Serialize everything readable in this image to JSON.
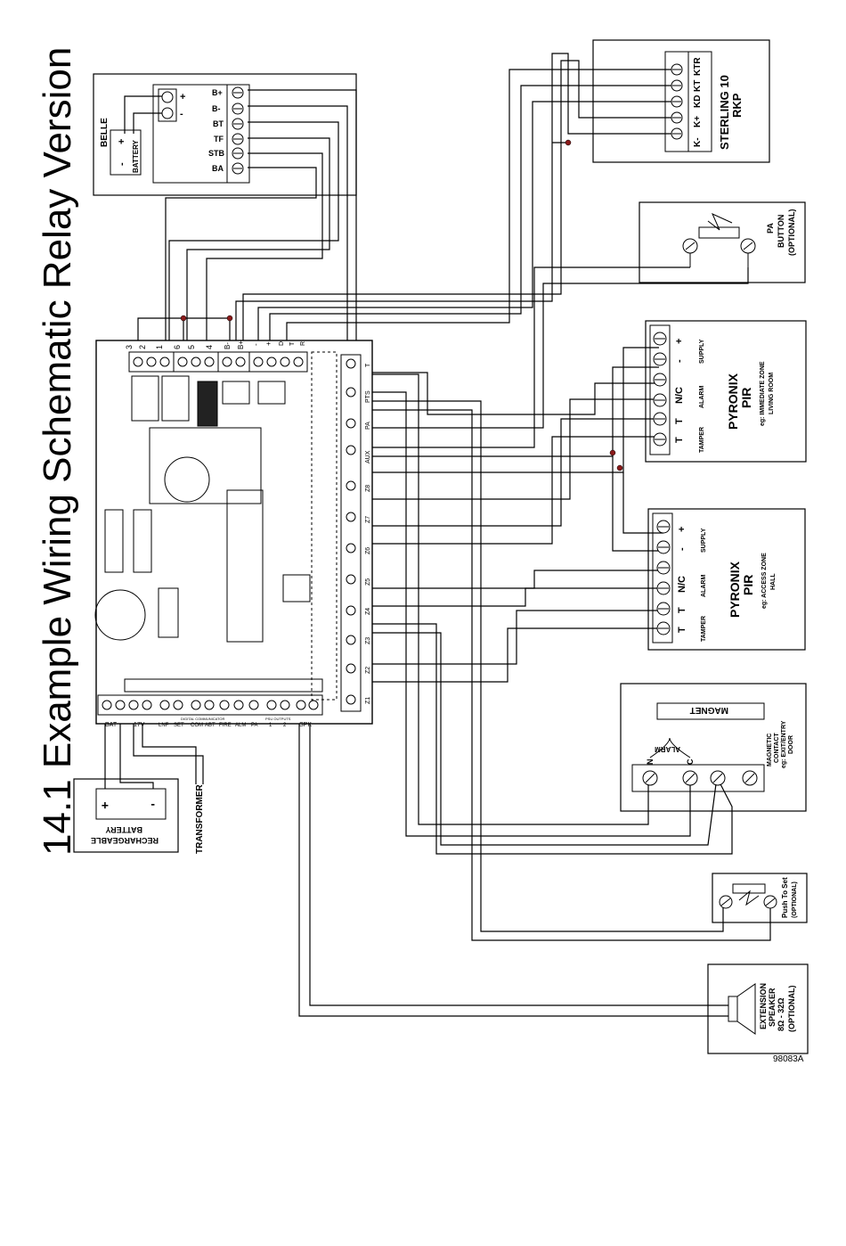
{
  "title": "14.1 Example Wiring Schematic Relay Version",
  "reference": "98083A",
  "belle": {
    "label": "BELLE",
    "battery_label": "BATTERY",
    "plus": "+",
    "minus": "-",
    "terminals": [
      "B+",
      "B-",
      "BT",
      "TF",
      "STB",
      "BA"
    ]
  },
  "keypad": {
    "terminals": [
      "K-",
      "K+",
      "KD",
      "KT",
      "KTR"
    ],
    "name": "STERLING 10",
    "model": "RKP"
  },
  "pa_button": {
    "label": "PA",
    "label2": "BUTTON",
    "label3": "(OPTIONAL)"
  },
  "pir_living": {
    "terminals": [
      "T",
      "T",
      "N/C",
      "-",
      "+"
    ],
    "group_tamper": "TAMPER",
    "group_alarm": "ALARM",
    "group_supply": "SUPPLY",
    "name": "PYRONIX",
    "model": "PIR",
    "note": "eg: IMMEDIATE ZONE",
    "note2": "LIVING ROOM"
  },
  "pir_hall": {
    "terminals": [
      "T",
      "T",
      "N/C",
      "-",
      "+"
    ],
    "group_tamper": "TAMPER",
    "group_alarm": "ALARM",
    "group_supply": "SUPPLY",
    "name": "PYRONIX",
    "model": "PIR",
    "note": "eg: ACCESS ZONE",
    "note2": "HALL"
  },
  "magnet": {
    "magnet_label": "MAGNET",
    "alarm_label": "ALARM",
    "n_label": "N",
    "c_label": "C",
    "contact_label": "MAGNETIC",
    "contact_label2": "CONTACT",
    "contact_label3": "eg: EXIT/ENTRY",
    "contact_label4": "DOOR"
  },
  "push_to_set": {
    "label": "Push To Set",
    "label2": "(OPTIONAL)"
  },
  "speaker": {
    "label": "EXTENSION",
    "label2": "SPEAKER",
    "label3": "8Ω - 32Ω",
    "label4": "(OPTIONAL)"
  },
  "rechargeable_battery": {
    "label": "RECHARGEABLE",
    "label2": "BATTERY",
    "plus": "+",
    "minus": "-"
  },
  "transformer": {
    "label": "TRANSFORMER"
  },
  "pcb": {
    "top_terminals": [
      "3",
      "2",
      "1",
      "6",
      "5",
      "4",
      "B-",
      "B+",
      "-",
      "+",
      "D",
      "T",
      "R"
    ],
    "right_terminals": [
      "T",
      "PTS",
      "PA",
      "AUX",
      "Z8",
      "Z7",
      "Z6",
      "Z5",
      "Z4",
      "Z3",
      "Z2",
      "Z1"
    ],
    "bottom_terminals": [
      "BAT",
      "17V",
      "LNF",
      "SET",
      "COM",
      "ABT",
      "FIRE",
      "ALM",
      "PA",
      "1",
      "2",
      "SPK"
    ],
    "bottom_group_label": "DIGITAL COMMUNICATOR",
    "psu_label": "PSU OUTPUTS"
  }
}
